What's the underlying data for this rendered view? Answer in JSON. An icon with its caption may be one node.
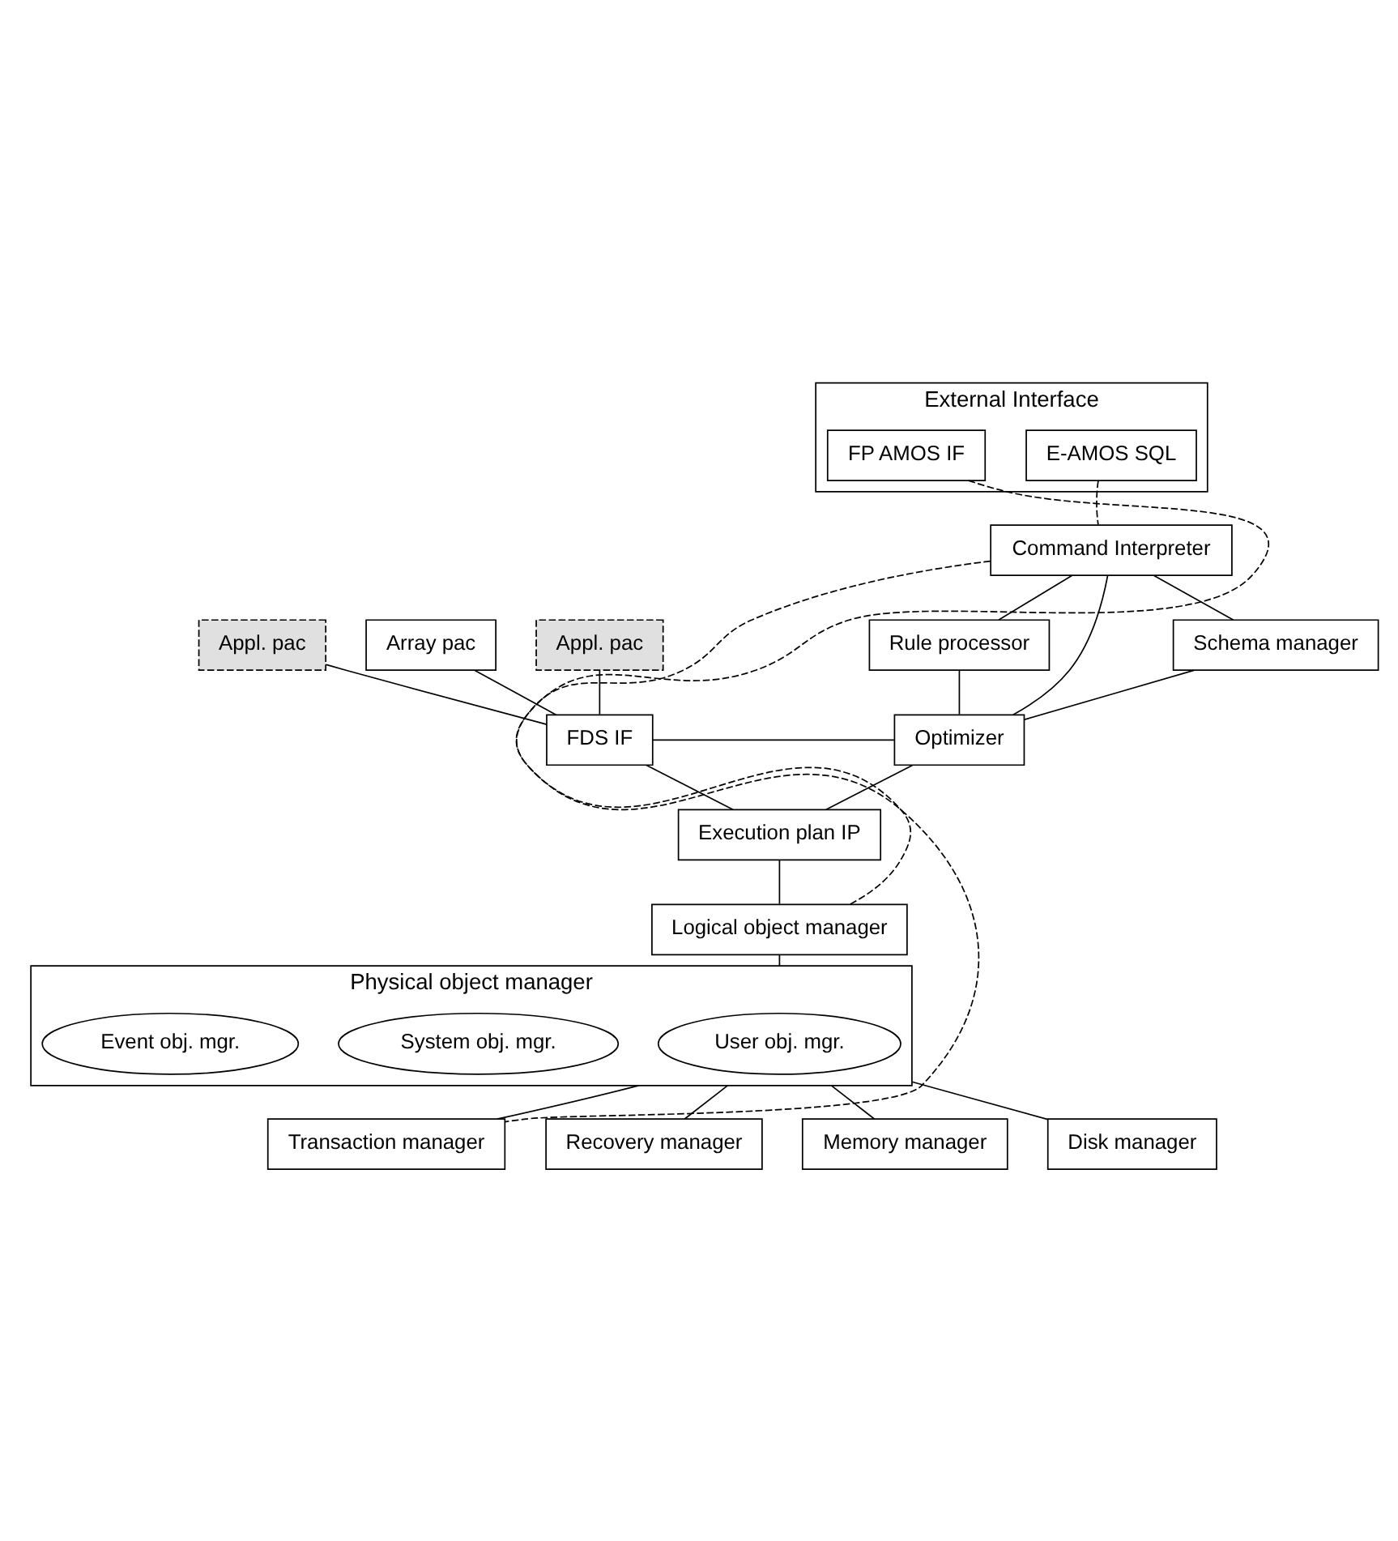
{
  "diagram": {
    "nodes": [
      {
        "text": [
          "External Interface"
        ]
      },
      {
        "text": [
          "E-AMOS SQL"
        ],
        "in": 0
      },
      {
        "text": [
          "FP AMOS IF"
        ],
        "in": 0
      },
      {
        "text": [
          "Command Interpreter"
        ]
      },
      {
        "text": [
          "Schema manager"
        ]
      },
      {
        "text": [
          "Rule processor"
        ]
      },
      {
        "text": [
          "Array pac"
        ]
      },
      {
        "text": [
          "Appl. pac"
        ]
      },
      {
        "text": [
          "Appl. pac"
        ]
      },
      {
        "text": [
          "FDS IF"
        ]
      },
      {
        "text": [
          "Optimizer"
        ]
      },
      {
        "text": [
          "Execution plan IP"
        ]
      },
      {
        "text": [
          "Logical object manager"
        ]
      },
      {
        "text": [
          "Physical object manager"
        ]
      },
      {
        "text": [
          "User obj. mgr."
        ],
        "in": 13
      },
      {
        "text": [
          "System obj. mgr."
        ],
        "in": 13
      },
      {
        "text": [
          "Event obj. mgr."
        ],
        "in": 13
      },
      {
        "text": [
          "Transaction manager"
        ]
      },
      {
        "text": [
          "Recovery manager"
        ]
      },
      {
        "text": [
          "Memory manager"
        ]
      },
      {
        "text": [
          "Disk manager"
        ]
      }
    ],
    "edges": [
      {
        "from": 1,
        "to": 3,
        "arrow": "none",
        "style": "dashed"
      },
      {
        "from": 2,
        "to": 12,
        "arrow": "none",
        "style": "dashed"
      },
      {
        "from": 3,
        "to": 17,
        "arrow": "none",
        "style": "dashed"
      },
      {
        "from": 3,
        "to": 4,
        "arrow": "none"
      },
      {
        "from": 3,
        "to": 10,
        "arrow": "none"
      },
      {
        "from": 3,
        "to": 5,
        "arrow": "none"
      },
      {
        "from": 4,
        "to": 10,
        "arrow": "none"
      },
      {
        "from": 5,
        "to": 10,
        "arrow": "none"
      },
      {
        "from": 6,
        "to": 9,
        "arrow": "none"
      },
      {
        "from": 7,
        "to": 9,
        "arrow": "none"
      },
      {
        "from": 8,
        "to": 9,
        "arrow": "none"
      },
      {
        "from": 9,
        "to": 10,
        "arrow": "none"
      },
      {
        "from": 9,
        "to": 11,
        "arrow": "none"
      },
      {
        "from": 10,
        "to": 11,
        "arrow": "none"
      },
      {
        "from": 11,
        "to": 12,
        "arrow": "none"
      },
      {
        "from": 12,
        "to": 13,
        "arrow": "none"
      },
      {
        "from": 13,
        "to": 17,
        "arrow": "none"
      },
      {
        "from": 13,
        "to": 18,
        "arrow": "none"
      },
      {
        "from": 13,
        "to": 19,
        "arrow": "none"
      },
      {
        "from": 13,
        "to": 20,
        "arrow": "none"
      }
    ]
  }
}
